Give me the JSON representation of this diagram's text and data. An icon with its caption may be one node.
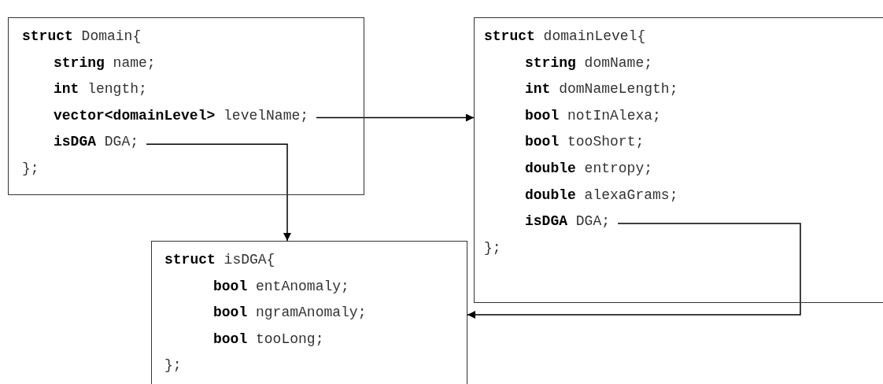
{
  "diagram": {
    "nodes": [
      {
        "text": [
          "**struct** Domain{",
          "**string** name;",
          "**int** length;",
          "**vector<domainLevel>** levelName;",
          "**isDGA** DGA;",
          "};"
        ]
      },
      {
        "text": [
          "**struct** domainLevel{",
          "**string** domName;",
          "**int** domNameLength;",
          "**bool** notInAlexa;",
          "**bool** tooShort;",
          "**double** entropy;",
          "**double** alexaGrams;",
          "**isDGA** DGA;",
          "};"
        ]
      },
      {
        "text": [
          "**struct** isDGA{",
          "**bool** entAnomaly;",
          "**bool** ngramAnomaly;",
          "**bool** tooLong;",
          "};"
        ]
      }
    ],
    "edges": [
      {
        "from": 0,
        "to": 1,
        "arrow": "to"
      },
      {
        "from": 0,
        "to": 2,
        "arrow": "to"
      },
      {
        "from": 1,
        "to": 2,
        "arrow": "to"
      }
    ]
  }
}
